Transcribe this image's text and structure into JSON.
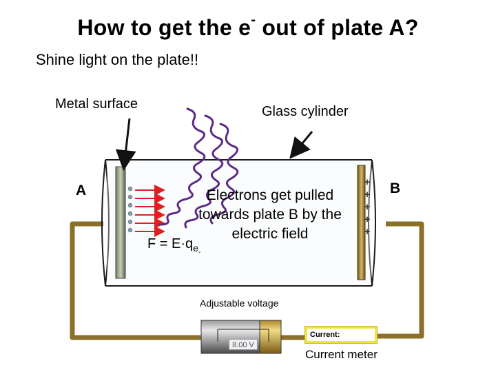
{
  "title": {
    "before": "How to get the e",
    "sup": "-",
    "after": " out of plate A?"
  },
  "subtitle": "Shine light on the plate!!",
  "labels": {
    "metal_surface": "Metal surface",
    "glass_cylinder": "Glass cylinder",
    "plate_a": "A",
    "plate_b": "B",
    "electrons_text": "Electrons get pulled towards plate B by the electric field",
    "force_main": "F = E·q",
    "force_sub": "e",
    "force_subsub": "-",
    "adjustable_voltage": "Adjustable voltage",
    "current_meter": "Current meter"
  },
  "plate_b_charges": [
    "+",
    "+",
    "+",
    "+",
    "+"
  ],
  "meter": {
    "label": "Current:"
  },
  "battery": {
    "readout": "8.00 V"
  },
  "colors": {
    "wire": "#8a7028",
    "light_waves": "#5b2a86",
    "field_arrows": "#e02020",
    "glass_outline": "#1a1a1a",
    "meter_border": "#f1e23c"
  },
  "icons": [
    "light-wave-icon",
    "field-arrow-icon",
    "battery-icon",
    "meter-icon"
  ]
}
